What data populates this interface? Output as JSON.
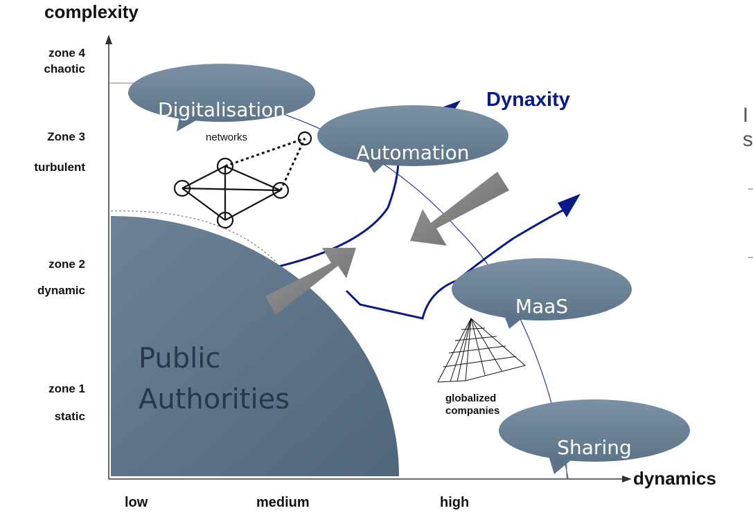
{
  "axes": {
    "y_title": "complexity",
    "x_title": "dynamics",
    "y_levels": [
      {
        "zone": "zone 4",
        "name": "chaotic"
      },
      {
        "zone": "Zone 3",
        "name": "turbulent"
      },
      {
        "zone": "zone 2",
        "name": "dynamic"
      },
      {
        "zone": "zone 1",
        "name": "static"
      }
    ],
    "x_levels": [
      "low",
      "medium",
      "high"
    ]
  },
  "labels": {
    "dynaxity": "Dynaxity",
    "networks": "networks",
    "globalized_line1": "globalized",
    "globalized_line2": "companies"
  },
  "bubbles": {
    "digitalisation": "Digitalisation",
    "automation": "Automation",
    "maas": "MaaS",
    "sharing": "Sharing"
  },
  "quarter_circle": {
    "line1": "Public",
    "line2": "Authorities"
  },
  "cropped_text": {
    "line1": "I",
    "line2": "s"
  },
  "colors": {
    "bubble": "#6b8399",
    "quarter": "#5c7389",
    "curve": "#0a1a8a",
    "arrow": "#7f7f7f"
  }
}
